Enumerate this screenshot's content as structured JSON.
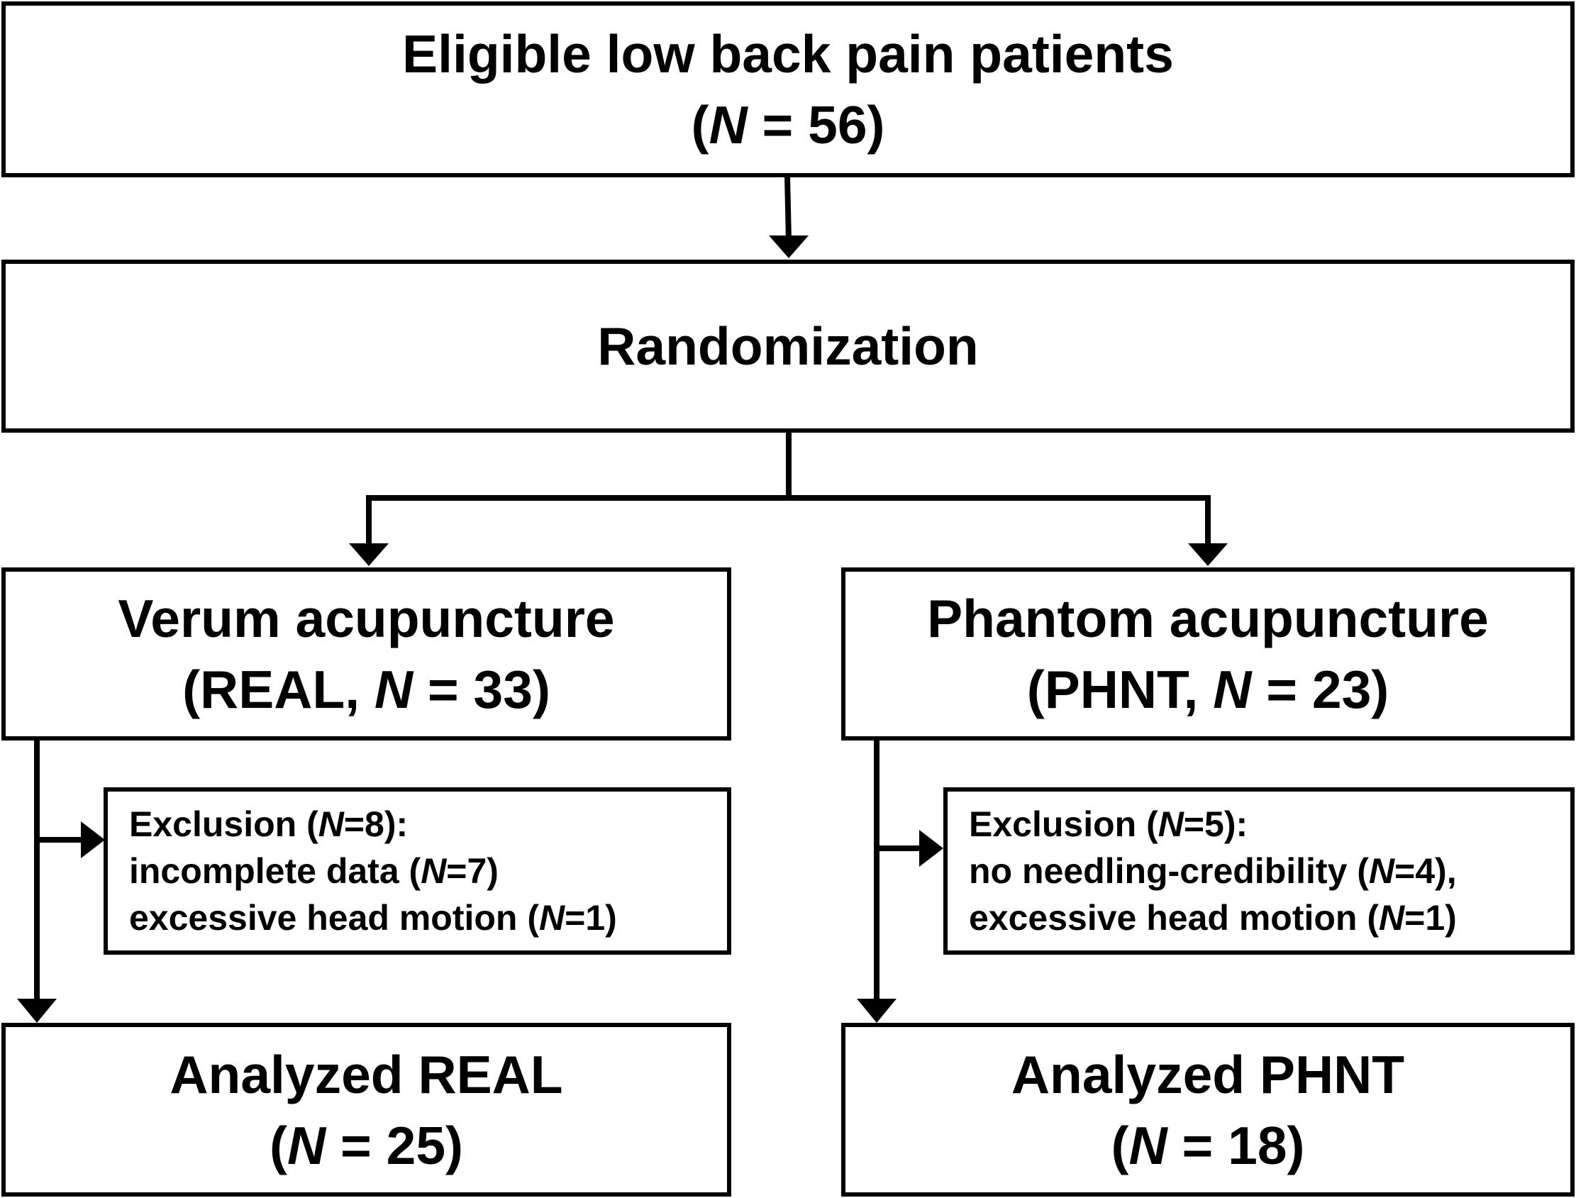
{
  "top": {
    "line1": "Eligible low back pain patients",
    "open": "(",
    "n": "N",
    "eq": " = 56)"
  },
  "randomization": {
    "label": "Randomization"
  },
  "real": {
    "line1": "Verum acupuncture",
    "pre": "(REAL, ",
    "n": "N",
    "eq": " = 33)"
  },
  "phnt": {
    "line1": "Phantom acupuncture",
    "pre": "(PHNT, ",
    "n": "N",
    "eq": " = 23)"
  },
  "real_exclusion": {
    "l1_pre": "Exclusion (",
    "l1_n": "N",
    "l1_post": "=8):",
    "l2_pre": "incomplete data (",
    "l2_n": "N",
    "l2_post": "=7)",
    "l3_pre": "excessive head motion (",
    "l3_n": "N",
    "l3_post": "=1)"
  },
  "phnt_exclusion": {
    "l1_pre": "Exclusion (",
    "l1_n": "N",
    "l1_post": "=5):",
    "l2_pre": "no needling-credibility (",
    "l2_n": "N",
    "l2_post": "=4),",
    "l3_pre": "excessive head motion (",
    "l3_n": "N",
    "l3_post": "=1)"
  },
  "real_analyzed": {
    "line1": "Analyzed REAL",
    "open": "(",
    "n": "N",
    "eq": " = 25)"
  },
  "phnt_analyzed": {
    "line1": "Analyzed PHNT",
    "open": "(",
    "n": "N",
    "eq": " = 18)"
  }
}
